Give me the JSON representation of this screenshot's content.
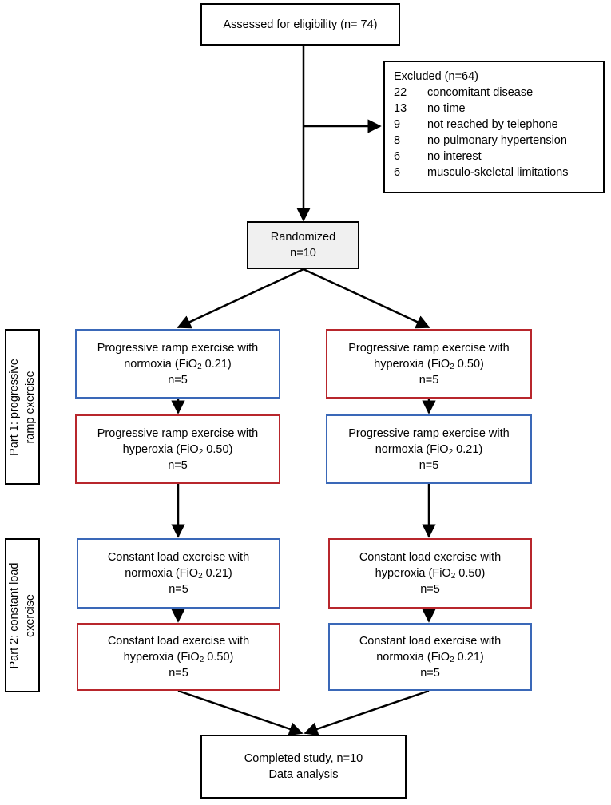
{
  "colors": {
    "blue": "#3a68b8",
    "red": "#b8262c",
    "grey_fill": "#f0f0f0"
  },
  "assessed": {
    "text": "Assessed for eligibility (n= 74)"
  },
  "excluded": {
    "title": "Excluded (n=64)",
    "items": [
      {
        "count": "22",
        "reason": "concomitant disease"
      },
      {
        "count": "13",
        "reason": "no time"
      },
      {
        "count": "9",
        "reason": "not reached by telephone"
      },
      {
        "count": "8",
        "reason": "no pulmonary hypertension"
      },
      {
        "count": "6",
        "reason": "no interest"
      },
      {
        "count": "6",
        "reason": "musculo-skeletal limitations"
      }
    ]
  },
  "randomized": {
    "line1": "Randomized",
    "line2": "n=10"
  },
  "side_labels": {
    "part1": {
      "line1": "Part 1: progressive",
      "line2": "ramp exercise"
    },
    "part2": {
      "line1": "Part 2: constant load",
      "line2": "exercise"
    }
  },
  "boxes": {
    "ramp_left_1": {
      "title": "Progressive ramp exercise with",
      "cond": "normoxia (FiO",
      "sub": "2",
      "val": " 0.21)",
      "n": "n=5"
    },
    "ramp_left_2": {
      "title": "Progressive ramp exercise with",
      "cond": "hyperoxia (FiO",
      "sub": "2",
      "val": " 0.50)",
      "n": "n=5"
    },
    "ramp_right_1": {
      "title": "Progressive ramp exercise with",
      "cond": "hyperoxia (FiO",
      "sub": "2",
      "val": " 0.50)",
      "n": "n=5"
    },
    "ramp_right_2": {
      "title": "Progressive ramp exercise with",
      "cond": "normoxia (FiO",
      "sub": "2",
      "val": " 0.21)",
      "n": "n=5"
    },
    "const_left_1": {
      "title": "Constant load exercise with",
      "cond": "normoxia (FiO",
      "sub": "2",
      "val": " 0.21)",
      "n": "n=5"
    },
    "const_left_2": {
      "title": "Constant load exercise with",
      "cond": "hyperoxia (FiO",
      "sub": "2",
      "val": " 0.50)",
      "n": "n=5"
    },
    "const_right_1": {
      "title": "Constant load exercise with",
      "cond": "hyperoxia (FiO",
      "sub": "2",
      "val": " 0.50)",
      "n": "n=5"
    },
    "const_right_2": {
      "title": "Constant load exercise with",
      "cond": "normoxia (FiO",
      "sub": "2",
      "val": " 0.21)",
      "n": "n=5"
    }
  },
  "completed": {
    "line1": "Completed study, n=10",
    "line2": "Data analysis"
  }
}
